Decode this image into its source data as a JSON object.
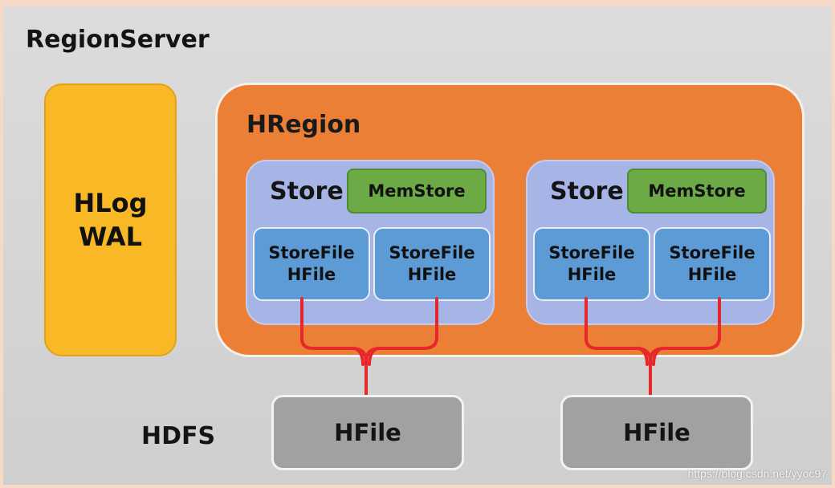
{
  "region_server": {
    "title": "RegionServer"
  },
  "hlog": {
    "line1": "HLog",
    "line2": "WAL"
  },
  "hregion": {
    "title": "HRegion",
    "stores": [
      {
        "label": "Store",
        "memstore": "MemStore",
        "storefiles": [
          {
            "line1": "StoreFile",
            "line2": "HFile"
          },
          {
            "line1": "StoreFile",
            "line2": "HFile"
          }
        ]
      },
      {
        "label": "Store",
        "memstore": "MemStore",
        "storefiles": [
          {
            "line1": "StoreFile",
            "line2": "HFile"
          },
          {
            "line1": "StoreFile",
            "line2": "HFile"
          }
        ]
      }
    ]
  },
  "hdfs": {
    "label": "HDFS",
    "hfiles": [
      "HFile",
      "HFile"
    ]
  },
  "watermark": "https://blog.csdn.net/yyoc97",
  "colors": {
    "hlog": "#f9b926",
    "hregion": "#ec7f36",
    "store": "#a7b4e6",
    "memstore": "#6caa45",
    "storefile": "#5c9bd6",
    "hdfs_file": "#a1a1a1",
    "connector": "#e8272a"
  }
}
